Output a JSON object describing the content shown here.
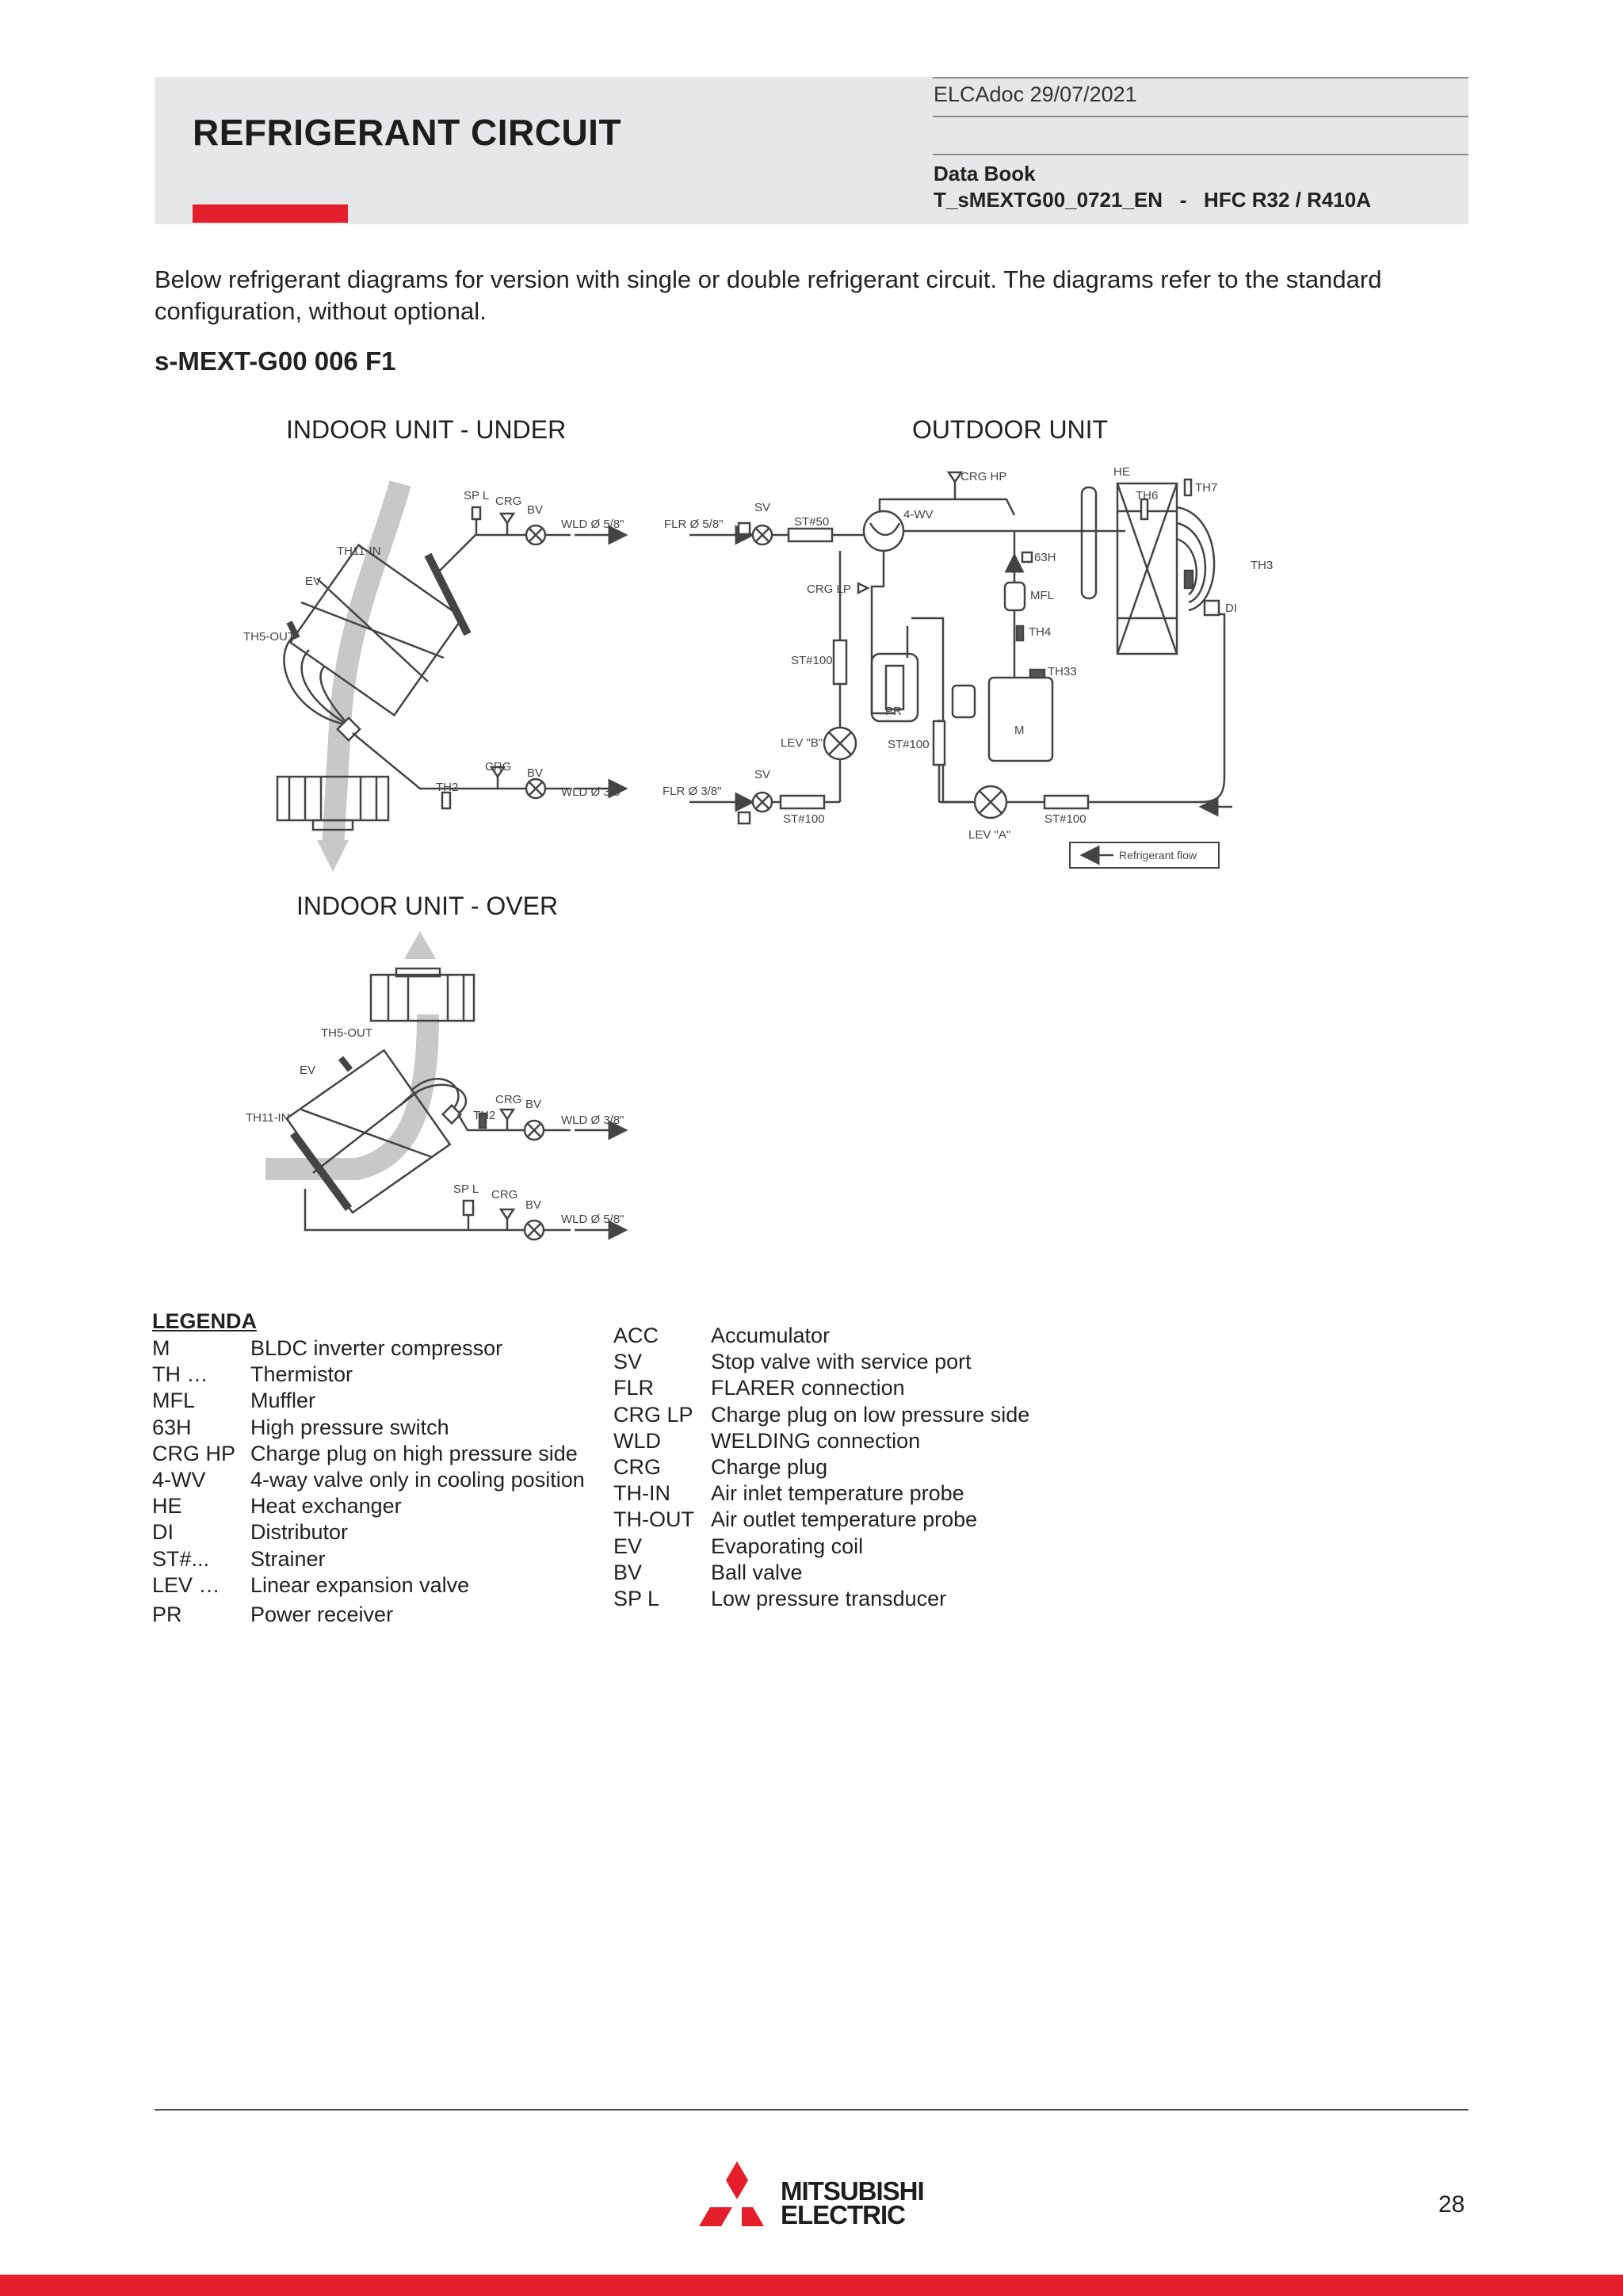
{
  "header": {
    "title": "REFRIGERANT CIRCUIT",
    "doc_date": "ELCAdoc 29/07/2021",
    "book_label": "Data Book",
    "book_code": "T_sMEXTG00_0721_EN   -   HFC R32 / R410A"
  },
  "intro": "Below refrigerant diagrams for version with single or double refrigerant circuit. The diagrams refer to the standard configuration, without optional.",
  "model": "s-MEXT-G00 006 F1",
  "diagram": {
    "indoor_under": "INDOOR UNIT - UNDER",
    "outdoor": "OUTDOOR UNIT",
    "indoor_over": "INDOOR UNIT - OVER",
    "labels": {
      "spl": "SP L",
      "crg": "CRG",
      "bv": "BV",
      "sv": "SV",
      "wld58": "WLD Ø 5/8\"",
      "wld38": "WLD Ø 3/8\"",
      "flr58": "FLR Ø 5/8\"",
      "flr38": "FLR Ø 3/8\"",
      "th11in": "TH11-IN",
      "ev": "EV",
      "th5out": "TH5-OUT",
      "th2": "TH2",
      "crghp": "CRG HP",
      "wv4": "4-WV",
      "st50": "ST#50",
      "crglp": "CRG LP",
      "h63": "63H",
      "mfl": "MFL",
      "th4": "TH4",
      "th33": "TH33",
      "st100": "ST#100",
      "pr": "PR",
      "m": "M",
      "levb": "LEV \"B\"",
      "leva": "LEV \"A\"",
      "he": "HE",
      "th6": "TH6",
      "th7": "TH7",
      "th3": "TH3",
      "di": "DI",
      "refrigerant_flow": "Refrigerant flow"
    }
  },
  "legend": {
    "title": "LEGENDA",
    "left": [
      {
        "key": "M",
        "value": "BLDC inverter compressor"
      },
      {
        "key": "TH …",
        "value": "Thermistor"
      },
      {
        "key": "MFL",
        "value": "Muffler"
      },
      {
        "key": "63H",
        "value": "High pressure switch"
      },
      {
        "key": "CRG HP",
        "value": "Charge plug on high pressure side"
      },
      {
        "key": "4-WV",
        "value": "4-way valve only in cooling position"
      },
      {
        "key": "HE",
        "value": "Heat exchanger"
      },
      {
        "key": "DI",
        "value": "Distributor"
      },
      {
        "key": "ST#...",
        "value": "Strainer"
      },
      {
        "key": "LEV …",
        "value": "Linear expansion valve"
      },
      {
        "key": "PR",
        "value": "Power receiver"
      }
    ],
    "right": [
      {
        "key": "ACC",
        "value": "Accumulator"
      },
      {
        "key": "SV",
        "value": "Stop valve with service port"
      },
      {
        "key": "FLR",
        "value": "FLARER connection"
      },
      {
        "key": "CRG LP",
        "value": "Charge plug on low pressure side"
      },
      {
        "key": "WLD",
        "value": "WELDING connection"
      },
      {
        "key": "CRG",
        "value": "Charge plug"
      },
      {
        "key": "TH-IN",
        "value": "Air inlet temperature probe"
      },
      {
        "key": "TH-OUT",
        "value": "Air outlet temperature probe"
      },
      {
        "key": "EV",
        "value": "Evaporating coil"
      },
      {
        "key": "BV",
        "value": "Ball valve"
      },
      {
        "key": "SP L",
        "value": "Low pressure transducer"
      }
    ]
  },
  "footer": {
    "brand_line1": "MITSUBISHI",
    "brand_line2": "ELECTRIC",
    "page_number": "28"
  },
  "colors": {
    "accent": "#e41e2b",
    "header_bg": "#e6e7e8"
  },
  "icons": {
    "logo": "three-diamonds-icon",
    "arrow": "flow-arrow-icon"
  }
}
